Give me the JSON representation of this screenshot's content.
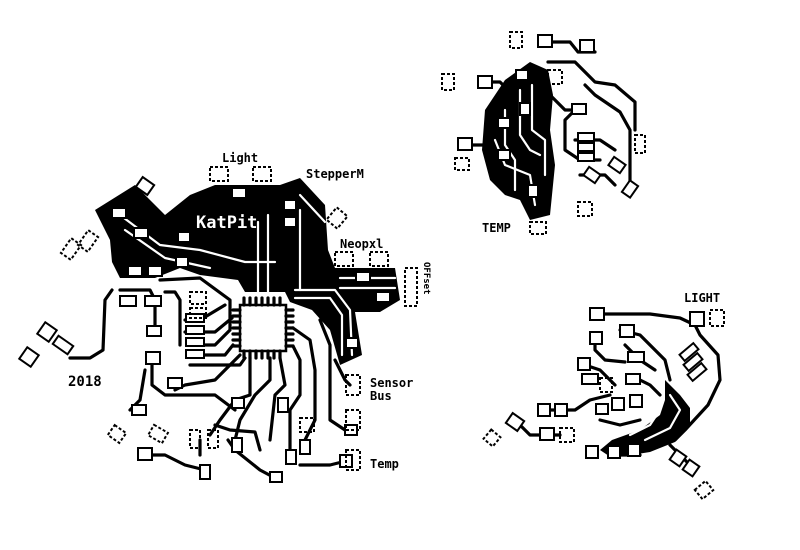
{
  "board_labels": {
    "light": "Light",
    "stepper": "StepperM",
    "title": "KatPit",
    "neopxl": "Neopxl",
    "offset": "OFFset",
    "year": "2018",
    "sensor_line1": "Sensor",
    "sensor_line2": "Bus",
    "temp": "Temp",
    "temp_module": "TEMP",
    "light_module": "LIGHT"
  },
  "colors": {
    "copper": "#000000",
    "substrate": "#ffffff"
  }
}
